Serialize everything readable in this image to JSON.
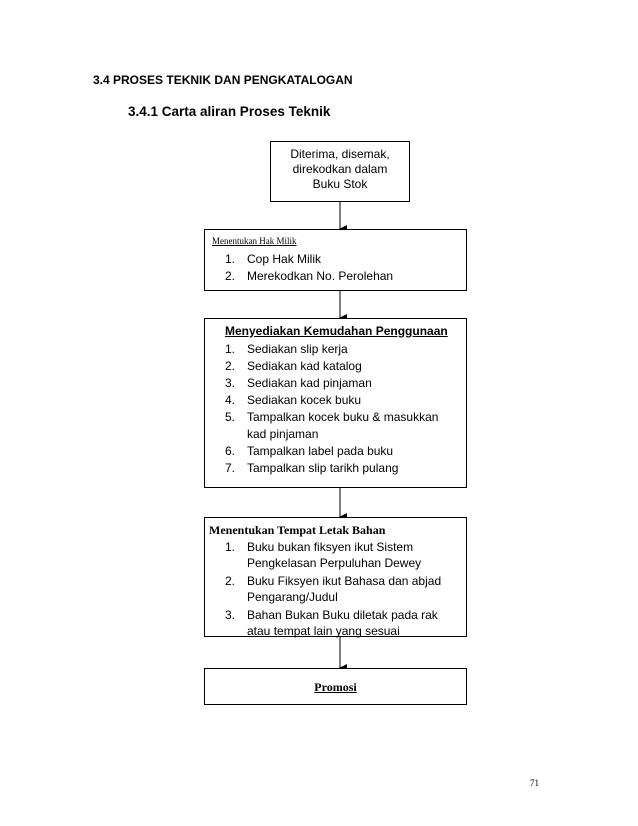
{
  "heading": "3.4 PROSES TEKNIK DAN PENGKATALOGAN",
  "subheading": "3.4.1 Carta aliran Proses Teknik",
  "box_stock": {
    "lines": [
      "Diterima, disemak,",
      "direkodkan dalam",
      "Buku Stok"
    ]
  },
  "box_hak_milik": {
    "title": "Menentukan Hak Milik",
    "items": [
      "Cop Hak Milik",
      "Merekodkan No. Perolehan"
    ]
  },
  "box_kemudahan": {
    "title": "Menyediakan Kemudahan Penggunaan",
    "items": [
      [
        "Sediakan slip kerja"
      ],
      [
        "Sediakan kad katalog"
      ],
      [
        "Sediakan kad pinjaman"
      ],
      [
        "Sediakan kocek buku"
      ],
      [
        "Tampalkan kocek buku & masukkan",
        "kad pinjaman"
      ],
      [
        "Tampalkan label pada buku"
      ],
      [
        "Tampalkan slip tarikh pulang"
      ]
    ]
  },
  "box_tempat": {
    "title": "Menentukan Tempat Letak Bahan",
    "items": [
      [
        "Buku bukan fiksyen ikut Sistem",
        "Pengkelasan Perpuluhan Dewey"
      ],
      [
        "Buku Fiksyen ikut Bahasa dan abjad",
        "Pengarang/Judul"
      ],
      [
        "Bahan Bukan Buku diletak pada rak",
        "atau tempat lain yang sesuai"
      ]
    ]
  },
  "box_promosi": {
    "title": "Promosi"
  },
  "page_number": "71"
}
